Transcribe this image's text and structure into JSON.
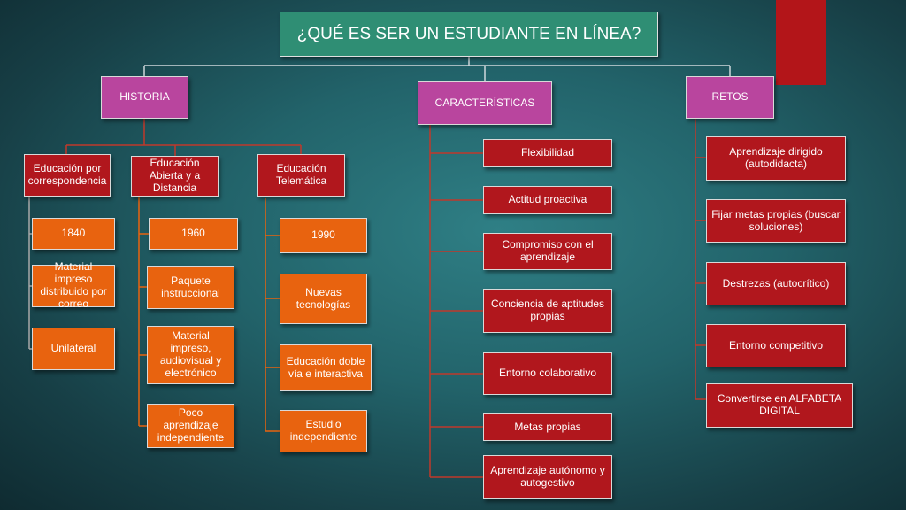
{
  "title": "¿QUÉ ES SER UN ESTUDIANTE EN LÍNEA?",
  "colors": {
    "background": "#1f5a61",
    "title_fill": "#2f8e74",
    "category_fill": "#b9459e",
    "red_fill": "#b1171d",
    "orange_fill": "#e8630f",
    "accent_bar": "#b31519"
  },
  "historia": {
    "label": "HISTORIA",
    "columns": [
      {
        "header": "Educación por correspondencia",
        "items": [
          "1840",
          "Material impreso distribuido por correo",
          "Unilateral"
        ]
      },
      {
        "header": "Educación Abierta y a Distancia",
        "items": [
          "1960",
          "Paquete instruccional",
          "Material impreso, audiovisual y electrónico",
          "Poco aprendizaje independiente"
        ]
      },
      {
        "header": "Educación Telemática",
        "items": [
          "1990",
          "Nuevas tecnologías",
          "Educación doble vía  e interactiva",
          "Estudio independiente"
        ]
      }
    ]
  },
  "caracteristicas": {
    "label": "CARACTERÍSTICAS",
    "items": [
      "Flexibilidad",
      "Actitud proactiva",
      "Compromiso con el aprendizaje",
      "Conciencia de aptitudes propias",
      "Entorno colaborativo",
      "Metas propias",
      "Aprendizaje autónomo y autogestivo"
    ]
  },
  "retos": {
    "label": "RETOS",
    "items": [
      "Aprendizaje dirigido (autodidacta)",
      "Fijar metas propias (buscar soluciones)",
      "Destrezas (autocrítico)",
      "Entorno competitivo",
      "Convertirse en ALFABETA DIGITAL"
    ]
  }
}
